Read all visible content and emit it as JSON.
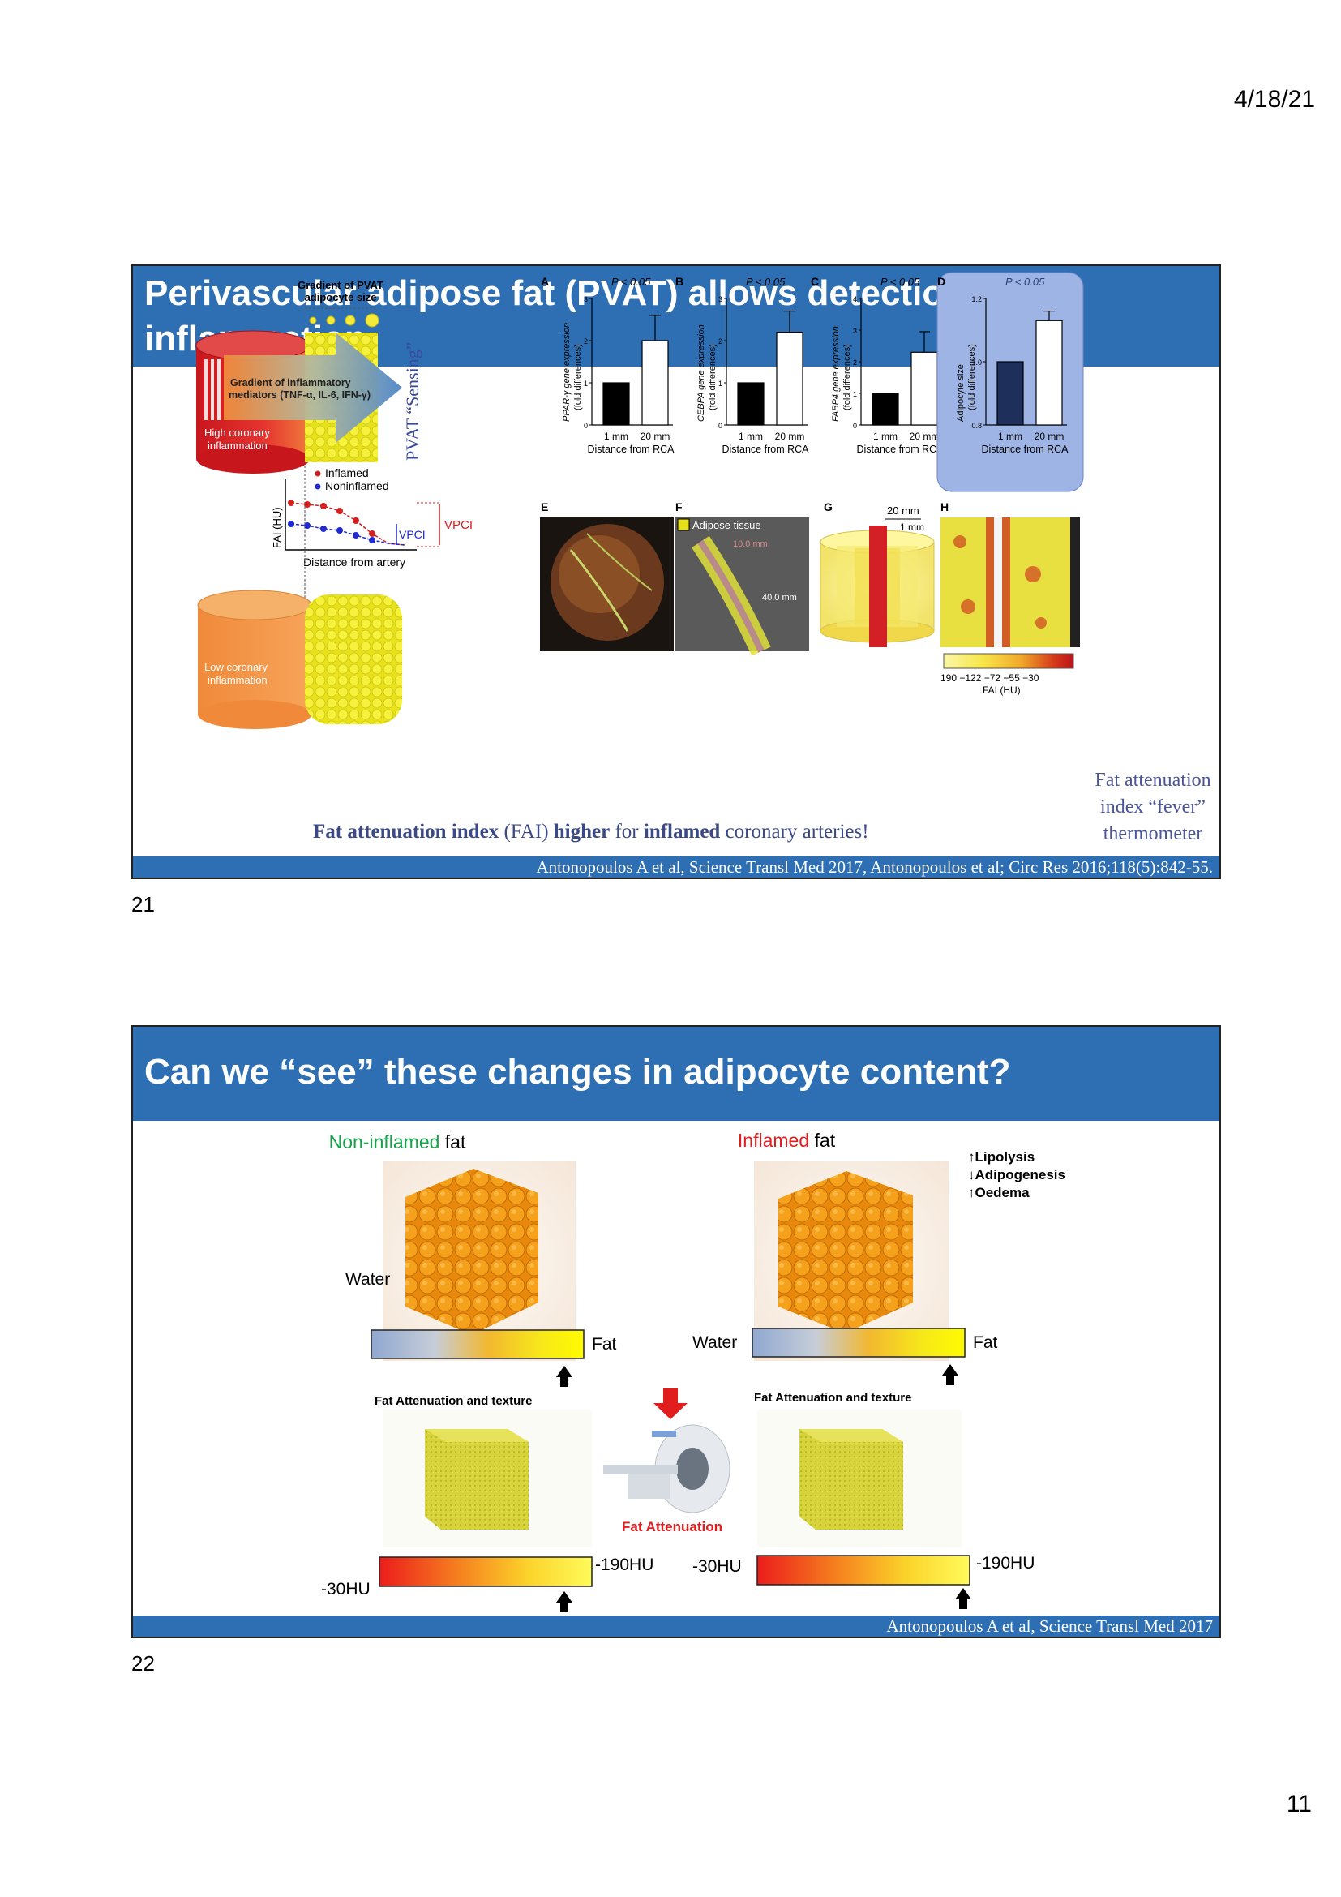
{
  "header": {
    "date": "4/18/21"
  },
  "footer": {
    "page_number": "11"
  },
  "slide1": {
    "number": "21",
    "title": "Perivascular adipose fat (PVAT) allows detection of inflammation",
    "citation": "Antonopoulos A et al, Science Transl Med 2017, Antonopoulos et al; Circ Res 2016;118(5):842-55.",
    "schematic": {
      "gradient_title_1": "Gradient of PVAT",
      "gradient_title_2": "adipocyte size",
      "mediators_1": "Gradient of inflammatory",
      "mediators_2": "mediators (TNF-α, IL-6, IFN-γ)",
      "high_1": "High coronary",
      "high_2": "inflammation",
      "low_1": "Low coronary",
      "low_2": "inflammation",
      "sensing": "PVAT “Sensing”",
      "legend_inflamed": "Inflamed",
      "legend_noninflamed": "Noninflamed",
      "fai_axis": "FAI (HU)",
      "distance_axis": "Distance from artery",
      "vpci": "VPCI"
    },
    "panels": {
      "A_label": "A",
      "B_label": "B",
      "C_label": "C",
      "D_label": "D",
      "E_label": "E",
      "F_label": "F",
      "G_label": "G",
      "H_label": "H",
      "p_value": "P < 0.05",
      "A_ylabel_1": "PPAR-γ gene expression",
      "A_ylabel_2": "(fold differences)",
      "B_ylabel_1": "CEBPA gene expression",
      "B_ylabel_2": "(fold differences)",
      "C_ylabel_1": "FABP4 gene expression",
      "C_ylabel_2": "(fold differences)",
      "D_ylabel_1": "Adipocyte size",
      "D_ylabel_2": "(fold differences)",
      "tick_1mm": "1 mm",
      "tick_20mm": "20 mm",
      "xlabel": "Distance from RCA",
      "adipose_tissue": "Adipose tissue",
      "f_10mm": "10.0 mm",
      "f_40mm": "40.0 mm",
      "g_20mm": "20 mm",
      "g_1mm": "1 mm",
      "fai_hu": "FAI (HU)",
      "scale_ticks": "190 −122   −72  −55 −30"
    },
    "chart_data": [
      {
        "type": "bar",
        "panel": "A",
        "categories": [
          "1 mm",
          "20 mm"
        ],
        "values": [
          1.0,
          2.0
        ],
        "errors": [
          0,
          0.6
        ],
        "ylim": [
          0,
          3
        ],
        "yticks": [
          "0",
          "1",
          "2",
          "3"
        ],
        "ylabel": "PPAR-γ gene expression (fold differences)",
        "xlabel": "Distance from RCA",
        "annotation": "P < 0.05"
      },
      {
        "type": "bar",
        "panel": "B",
        "categories": [
          "1 mm",
          "20 mm"
        ],
        "values": [
          1.0,
          2.2
        ],
        "errors": [
          0,
          0.5
        ],
        "ylim": [
          0,
          3
        ],
        "yticks": [
          "0",
          "1",
          "2",
          "3"
        ],
        "ylabel": "CEBPA gene expression (fold differences)",
        "xlabel": "Distance from RCA",
        "annotation": "P < 0.05"
      },
      {
        "type": "bar",
        "panel": "C",
        "categories": [
          "1 mm",
          "20 mm"
        ],
        "values": [
          1.0,
          2.3
        ],
        "errors": [
          0,
          0.65
        ],
        "ylim": [
          0,
          4
        ],
        "yticks": [
          "0",
          "1",
          "2",
          "3",
          "4"
        ],
        "ylabel": "FABP4 gene expression (fold differences)",
        "xlabel": "Distance from RCA",
        "annotation": "P < 0.05"
      },
      {
        "type": "bar",
        "panel": "D",
        "categories": [
          "1 mm",
          "20 mm"
        ],
        "values": [
          1.0,
          1.13
        ],
        "errors": [
          0,
          0.03
        ],
        "ylim": [
          0.8,
          1.2
        ],
        "yticks": [
          "0.8",
          "1.0",
          "1.2"
        ],
        "ylabel": "Adipocyte size (fold differences)",
        "xlabel": "Distance from RCA",
        "annotation": "P < 0.05"
      }
    ],
    "fai_caption": {
      "p1": "Fat attenuation index",
      "p2": " (FAI) ",
      "p3": "higher",
      "p4": " for ",
      "p5": "inflamed",
      "p6": " coronary arteries!"
    },
    "thermometer": {
      "l1": "Fat attenuation",
      "l2": "index “fever”",
      "l3": "thermometer"
    }
  },
  "slide2": {
    "number": "22",
    "title": "Can we “see” these changes in adipocyte content?",
    "citation": "Antonopoulos A et al, Science Transl Med 2017",
    "left": {
      "heading_colored": "Non-inflamed",
      "heading_rest": " fat",
      "heading_color": "#16a34a",
      "water": "Water",
      "fat": "Fat",
      "fat_att": "Fat Attenuation and texture",
      "hu_left": "-30HU",
      "hu_right": "-190HU"
    },
    "right": {
      "heading_colored": "Inflamed",
      "heading_rest": " fat",
      "heading_color": "#e21d1d",
      "changes": [
        "↑Lipolysis",
        "↓Adipogenesis",
        "↑Oedema"
      ],
      "water": "Water",
      "fat": "Fat",
      "fat_att": "Fat Attenuation and texture",
      "hu_left": "-30HU",
      "hu_right": "-190HU"
    },
    "ct_label": "Fat Attenuation"
  }
}
